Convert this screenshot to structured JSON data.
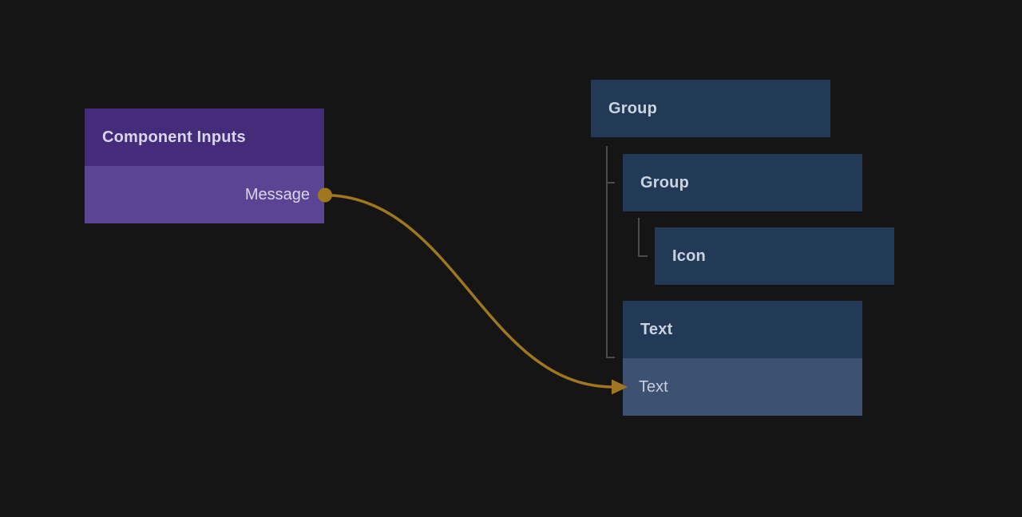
{
  "colors": {
    "canvas_bg": "#151515",
    "purple_header": "#452c7a",
    "purple_body": "#5c4494",
    "purple_text": "#d9d6e9",
    "blue_header": "#233a56",
    "blue_row": "#3d5170",
    "blue_text": "#cad3e0",
    "blue_row_text": "#c5cfdd",
    "edge_gold": "#a0761e",
    "tree_line": "#4b4b4b"
  },
  "source_node": {
    "title": "Component Inputs",
    "output_port": {
      "label": "Message"
    }
  },
  "tree": {
    "root_group": {
      "label": "Group"
    },
    "nested_group": {
      "label": "Group"
    },
    "icon": {
      "label": "Icon"
    },
    "text": {
      "label": "Text",
      "input_row": {
        "label": "Text"
      }
    }
  },
  "edge": {
    "from_port": "Message",
    "to_row": "Text",
    "color": "#a0761e"
  }
}
